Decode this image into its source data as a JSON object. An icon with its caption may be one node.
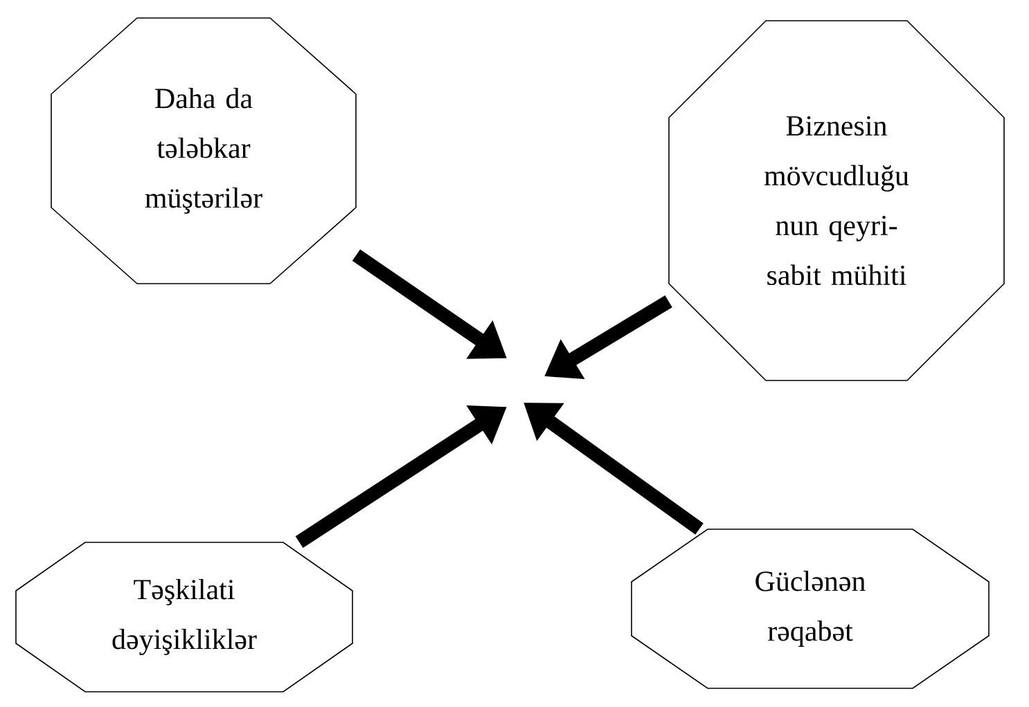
{
  "diagram": {
    "nodes": [
      {
        "text": [
          "Daha da tələbkar müştərilər"
        ]
      },
      {
        "text": [
          "Biznesin mövcudluğu nun qeyri-sabit mühiti"
        ]
      },
      {
        "text": [
          "Təşkilati dəyişikliklər"
        ]
      },
      {
        "text": [
          "Güclənən rəqabət"
        ]
      }
    ],
    "edges": [
      {
        "from": 0,
        "to": null,
        "arrow": "to"
      },
      {
        "from": 1,
        "to": null,
        "arrow": "to"
      },
      {
        "from": 2,
        "to": null,
        "arrow": "to"
      },
      {
        "from": 3,
        "to": null,
        "arrow": "to"
      }
    ]
  }
}
